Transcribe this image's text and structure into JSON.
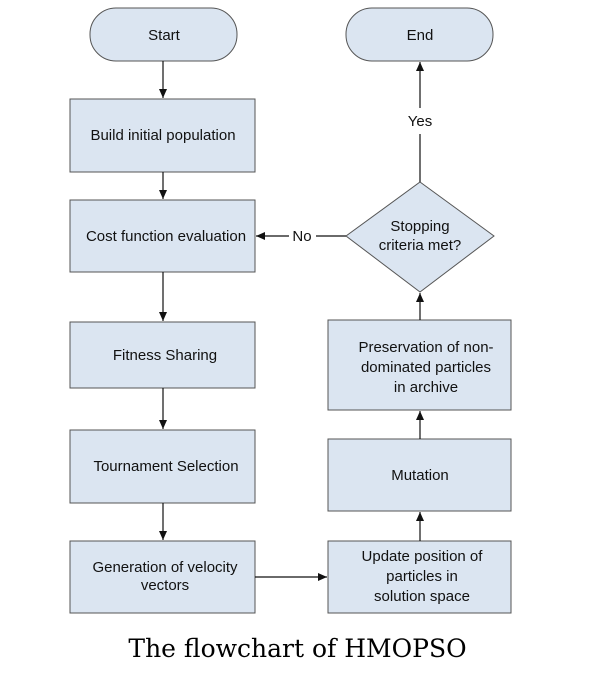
{
  "nodes": {
    "start": "Start",
    "build": "Build initial population",
    "cost": "Cost function evaluation",
    "fitness": "Fitness Sharing",
    "tournament": "Tournament Selection",
    "velocity": [
      "Generation of velocity",
      "vectors"
    ],
    "update": [
      "Update position of",
      "particles in",
      "solution space"
    ],
    "mutation": "Mutation",
    "preservation": [
      "Preservation of non-",
      "dominated particles",
      "in archive"
    ],
    "stopping": [
      "Stopping",
      "criteria met?"
    ],
    "end": "End"
  },
  "edges": {
    "yes": "Yes",
    "no": "No"
  },
  "caption": "The flowchart of HMOPSO",
  "colors": {
    "box_fill": "#dbe5f1",
    "box_stroke": "#555555",
    "arrow": "#111111"
  }
}
